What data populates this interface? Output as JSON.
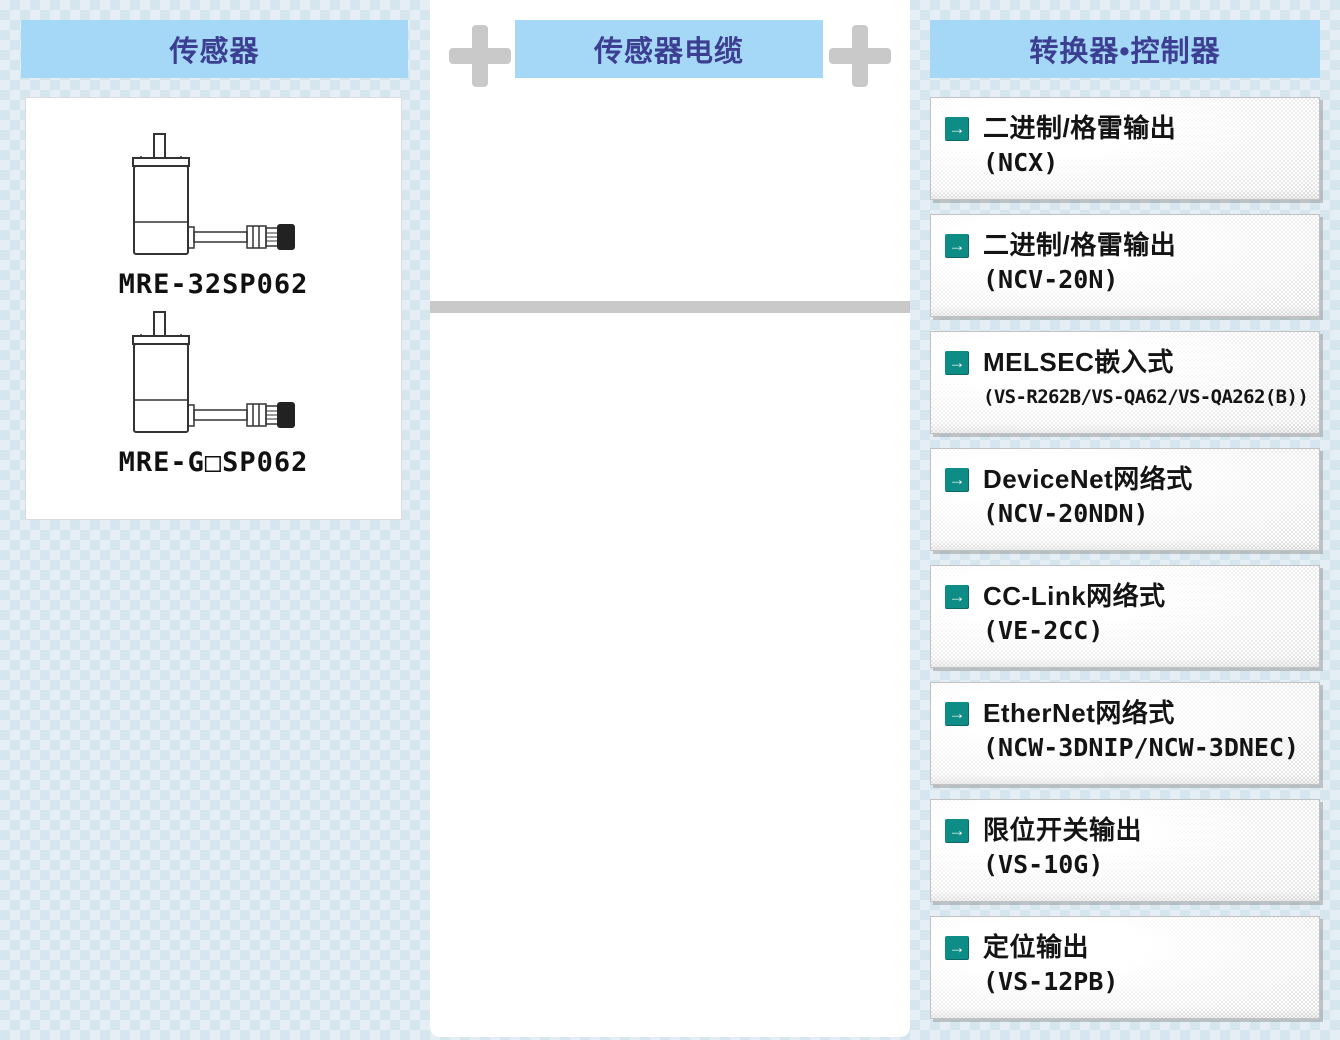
{
  "columns": [
    {
      "title": "传感器"
    },
    {
      "title": "传感器电缆"
    },
    {
      "title": "转换器•控制器"
    }
  ],
  "sensors": [
    {
      "label": "MRE-32SP062"
    },
    {
      "label": "MRE-G□SP062"
    }
  ],
  "controllers": [
    {
      "label": "二进制/格雷输出",
      "model": "(NCX)"
    },
    {
      "label": "二进制/格雷输出",
      "model": "(NCV-20N)"
    },
    {
      "label": "MELSEC嵌入式",
      "model": "(VS-R262B/VS-QA62/VS-QA262(B))"
    },
    {
      "label": "DeviceNet网络式",
      "model": "(NCV-20NDN)"
    },
    {
      "label": "CC-Link网络式",
      "model": "(VE-2CC)"
    },
    {
      "label": "EtherNet网络式",
      "model": "(NCW-3DNIP/NCW-3DNEC)"
    },
    {
      "label": "限位开关输出",
      "model": "(VS-10G)"
    },
    {
      "label": "定位输出",
      "model": "(VS-12PB)"
    }
  ],
  "icons": {
    "arrow": "→",
    "plus": "plus-connector"
  },
  "colors": {
    "header_bg": "#a5d8f7",
    "header_text": "#3c3e92",
    "accent_teal": "#0e8c86",
    "connector_gray": "#c9c9c9",
    "bg_dark": "#d6e6ef",
    "bg_light": "#e5eef4"
  }
}
